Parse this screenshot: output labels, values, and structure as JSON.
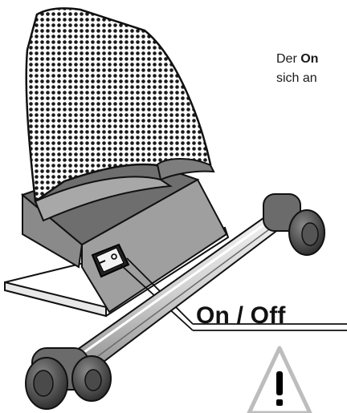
{
  "description": {
    "prefix": "Der ",
    "bold": "On",
    "line2": "sich an"
  },
  "callout": {
    "label": "On / Off"
  },
  "warning": {
    "symbol": "!"
  }
}
